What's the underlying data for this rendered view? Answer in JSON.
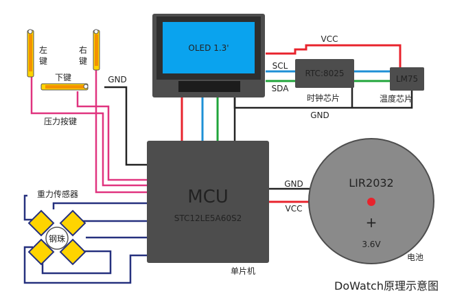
{
  "title": "DoWatch原理示意图",
  "oled": {
    "label": "OLED 1.3'"
  },
  "mcu": {
    "title": "MCU",
    "part": "STC12LE5A60S2",
    "caption": "单片机"
  },
  "rtc": {
    "label": "RTC:8025",
    "caption": "时钟芯片"
  },
  "lm75": {
    "label": "LM75",
    "caption": "温度芯片"
  },
  "battery": {
    "label": "LIR2032",
    "plus": "+",
    "voltage": "3.6V",
    "caption": "电池"
  },
  "buttons": {
    "left": "左键",
    "right": "右键",
    "down": "下键",
    "caption": "压力按键"
  },
  "gravity": {
    "caption": "重力传感器",
    "center": "钢珠"
  },
  "signals": {
    "vcc": "VCC",
    "gnd": "GND",
    "scl": "SCL",
    "sda": "SDA"
  },
  "colors": {
    "power": "#e8232c",
    "ground": "#222222",
    "clock": "#1e90d6",
    "data": "#1fa43a",
    "button": "#e0337f",
    "sensor": "#25307e",
    "chip": "#4d4d4d",
    "screen": "#0aa3ee",
    "yellow": "#ffd400",
    "orange": "#f39200",
    "battery": "#8a8a8a"
  }
}
